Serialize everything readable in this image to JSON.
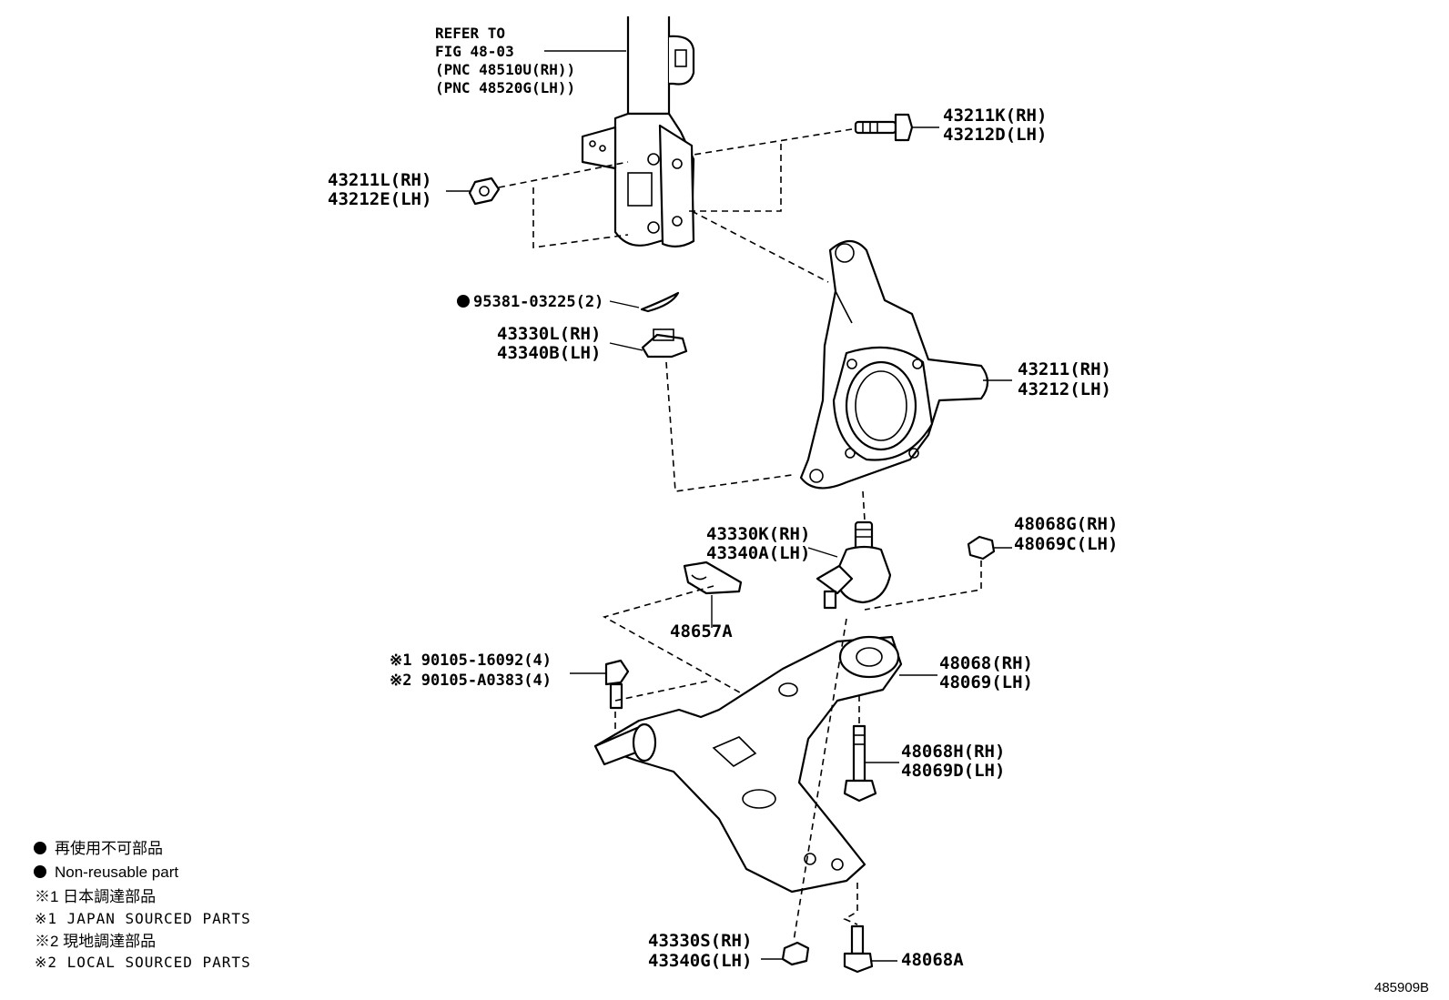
{
  "refer": {
    "line1": "REFER TO",
    "line2": "FIG 48-03",
    "line3": "(PNC 48510U(RH))",
    "line4": "(PNC 48520G(LH))"
  },
  "labels": {
    "bolt_43211K": [
      "43211K(RH)",
      "43212D(LH)"
    ],
    "nut_43211L": [
      "43211L(RH)",
      "43212E(LH)"
    ],
    "cotter_pin": "95381-03225(2)",
    "castle_nut": [
      "43330L(RH)",
      "43340B(LH)"
    ],
    "knuckle": [
      "43211(RH)",
      "43212(LH)"
    ],
    "ball_joint": [
      "43330K(RH)",
      "43340A(LH)"
    ],
    "nut_48068G": [
      "48068G(RH)",
      "48069C(LH)"
    ],
    "stopper": "48657A",
    "bolts_90105": [
      "※1 90105-16092(4)",
      "※2 90105-A0383(4)"
    ],
    "bushing": [
      "48068(RH)",
      "48069(LH)"
    ],
    "bolt_48068H": [
      "48068H(RH)",
      "48069D(LH)"
    ],
    "nut_43330S": [
      "43330S(RH)",
      "43340G(LH)"
    ],
    "bolt_48068A": "48068A"
  },
  "legend": {
    "non_reusable_jp": "再使用不可部品",
    "non_reusable_en": "Non-reusable part",
    "japan_jp": "※1 日本調達部品",
    "japan_en": "※1 JAPAN SOURCED PARTS",
    "local_jp": "※2 現地調達部品",
    "local_en": "※2 LOCAL SOURCED PARTS"
  },
  "figure_id": "485909B"
}
